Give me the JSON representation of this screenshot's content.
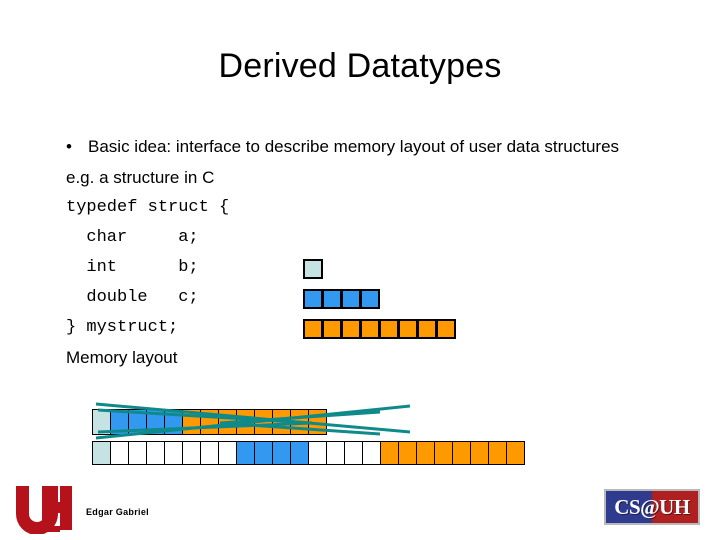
{
  "slide": {
    "title": "Derived Datatypes",
    "bullets": [
      {
        "marker": "•",
        "text": "Basic idea: interface to describe memory layout of user data structures"
      }
    ],
    "intro_line": "e.g. a structure in C",
    "code_lines": [
      "typedef struct {",
      "  char     a;",
      "  int      b;",
      "  double   c;",
      "} mystruct;"
    ],
    "memory_label": "Memory layout"
  },
  "colors": {
    "char_box": "#c6e3e3",
    "int_box": "#3399f0",
    "double_box": "#ff9900",
    "empty_box": "#ffffff",
    "outline": "#000000",
    "connector": "#0f8a8a",
    "uh_red": "#b5121b",
    "csuh_blue": "#2f3b8f",
    "csuh_red": "#b02020"
  },
  "diagram": {
    "field_swatches": [
      {
        "name": "char-a",
        "count": 1,
        "color": "#c6e3e3"
      },
      {
        "name": "int-b",
        "count": 4,
        "color": "#3399f0"
      },
      {
        "name": "double-c",
        "count": 8,
        "color": "#ff9900"
      }
    ],
    "memory_packed": {
      "name": "packed-layout",
      "total": 13,
      "segments": [
        {
          "color": "#c6e3e3",
          "count": 1
        },
        {
          "color": "#3399f0",
          "count": 4
        },
        {
          "color": "#ff9900",
          "count": 8
        }
      ]
    },
    "memory_padded": {
      "name": "padded-layout",
      "total": 24,
      "segments": [
        {
          "color": "#c6e3e3",
          "count": 1
        },
        {
          "color": "#ffffff",
          "count": 7
        },
        {
          "color": "#3399f0",
          "count": 4
        },
        {
          "color": "#ffffff",
          "count": 4
        },
        {
          "color": "#ff9900",
          "count": 8
        }
      ]
    }
  },
  "footer": {
    "author": "Edgar Gabriel",
    "uh_logo_text": "UH",
    "csuh_logo_text": "CS@UH"
  }
}
